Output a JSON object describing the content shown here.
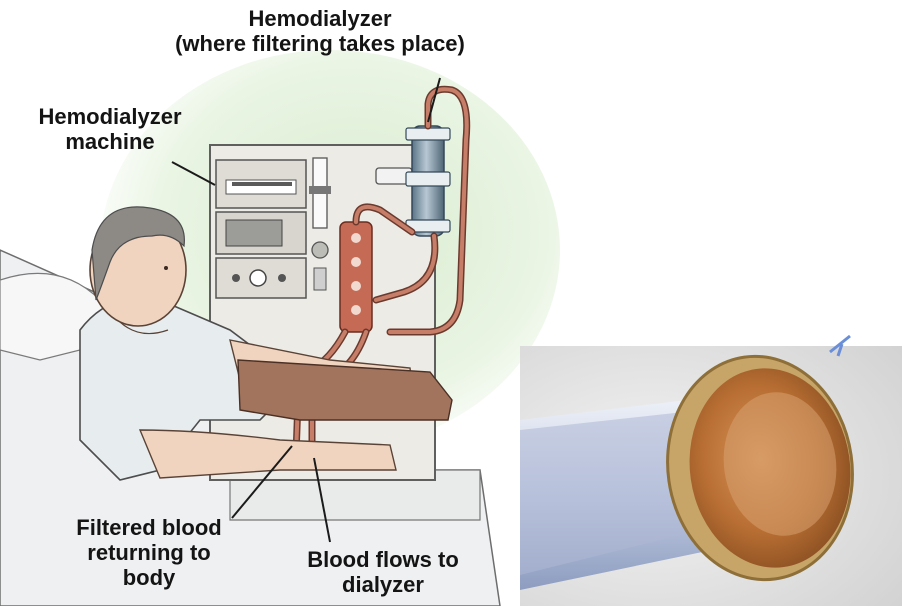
{
  "labels": {
    "hemodialyzer": {
      "line1": "Hemodialyzer",
      "line2": "(where filtering takes place)"
    },
    "machine": {
      "line1": "Hemodialyzer",
      "line2": "machine"
    },
    "filtered_blood": {
      "line1": "Filtered blood",
      "line2": "returning to",
      "line3": "body"
    },
    "blood_flows": {
      "line1": "Blood flows to",
      "line2": "dialyzer"
    }
  },
  "colors": {
    "background_green": "#e3f1dc",
    "machine_panel": "#ecebe5",
    "tubing_blood": "#b75a46",
    "skin": "#f1d4bf",
    "gown": "#e7ecee",
    "hair": "#8d8a86",
    "fiber_orange": "#c98a3e"
  }
}
